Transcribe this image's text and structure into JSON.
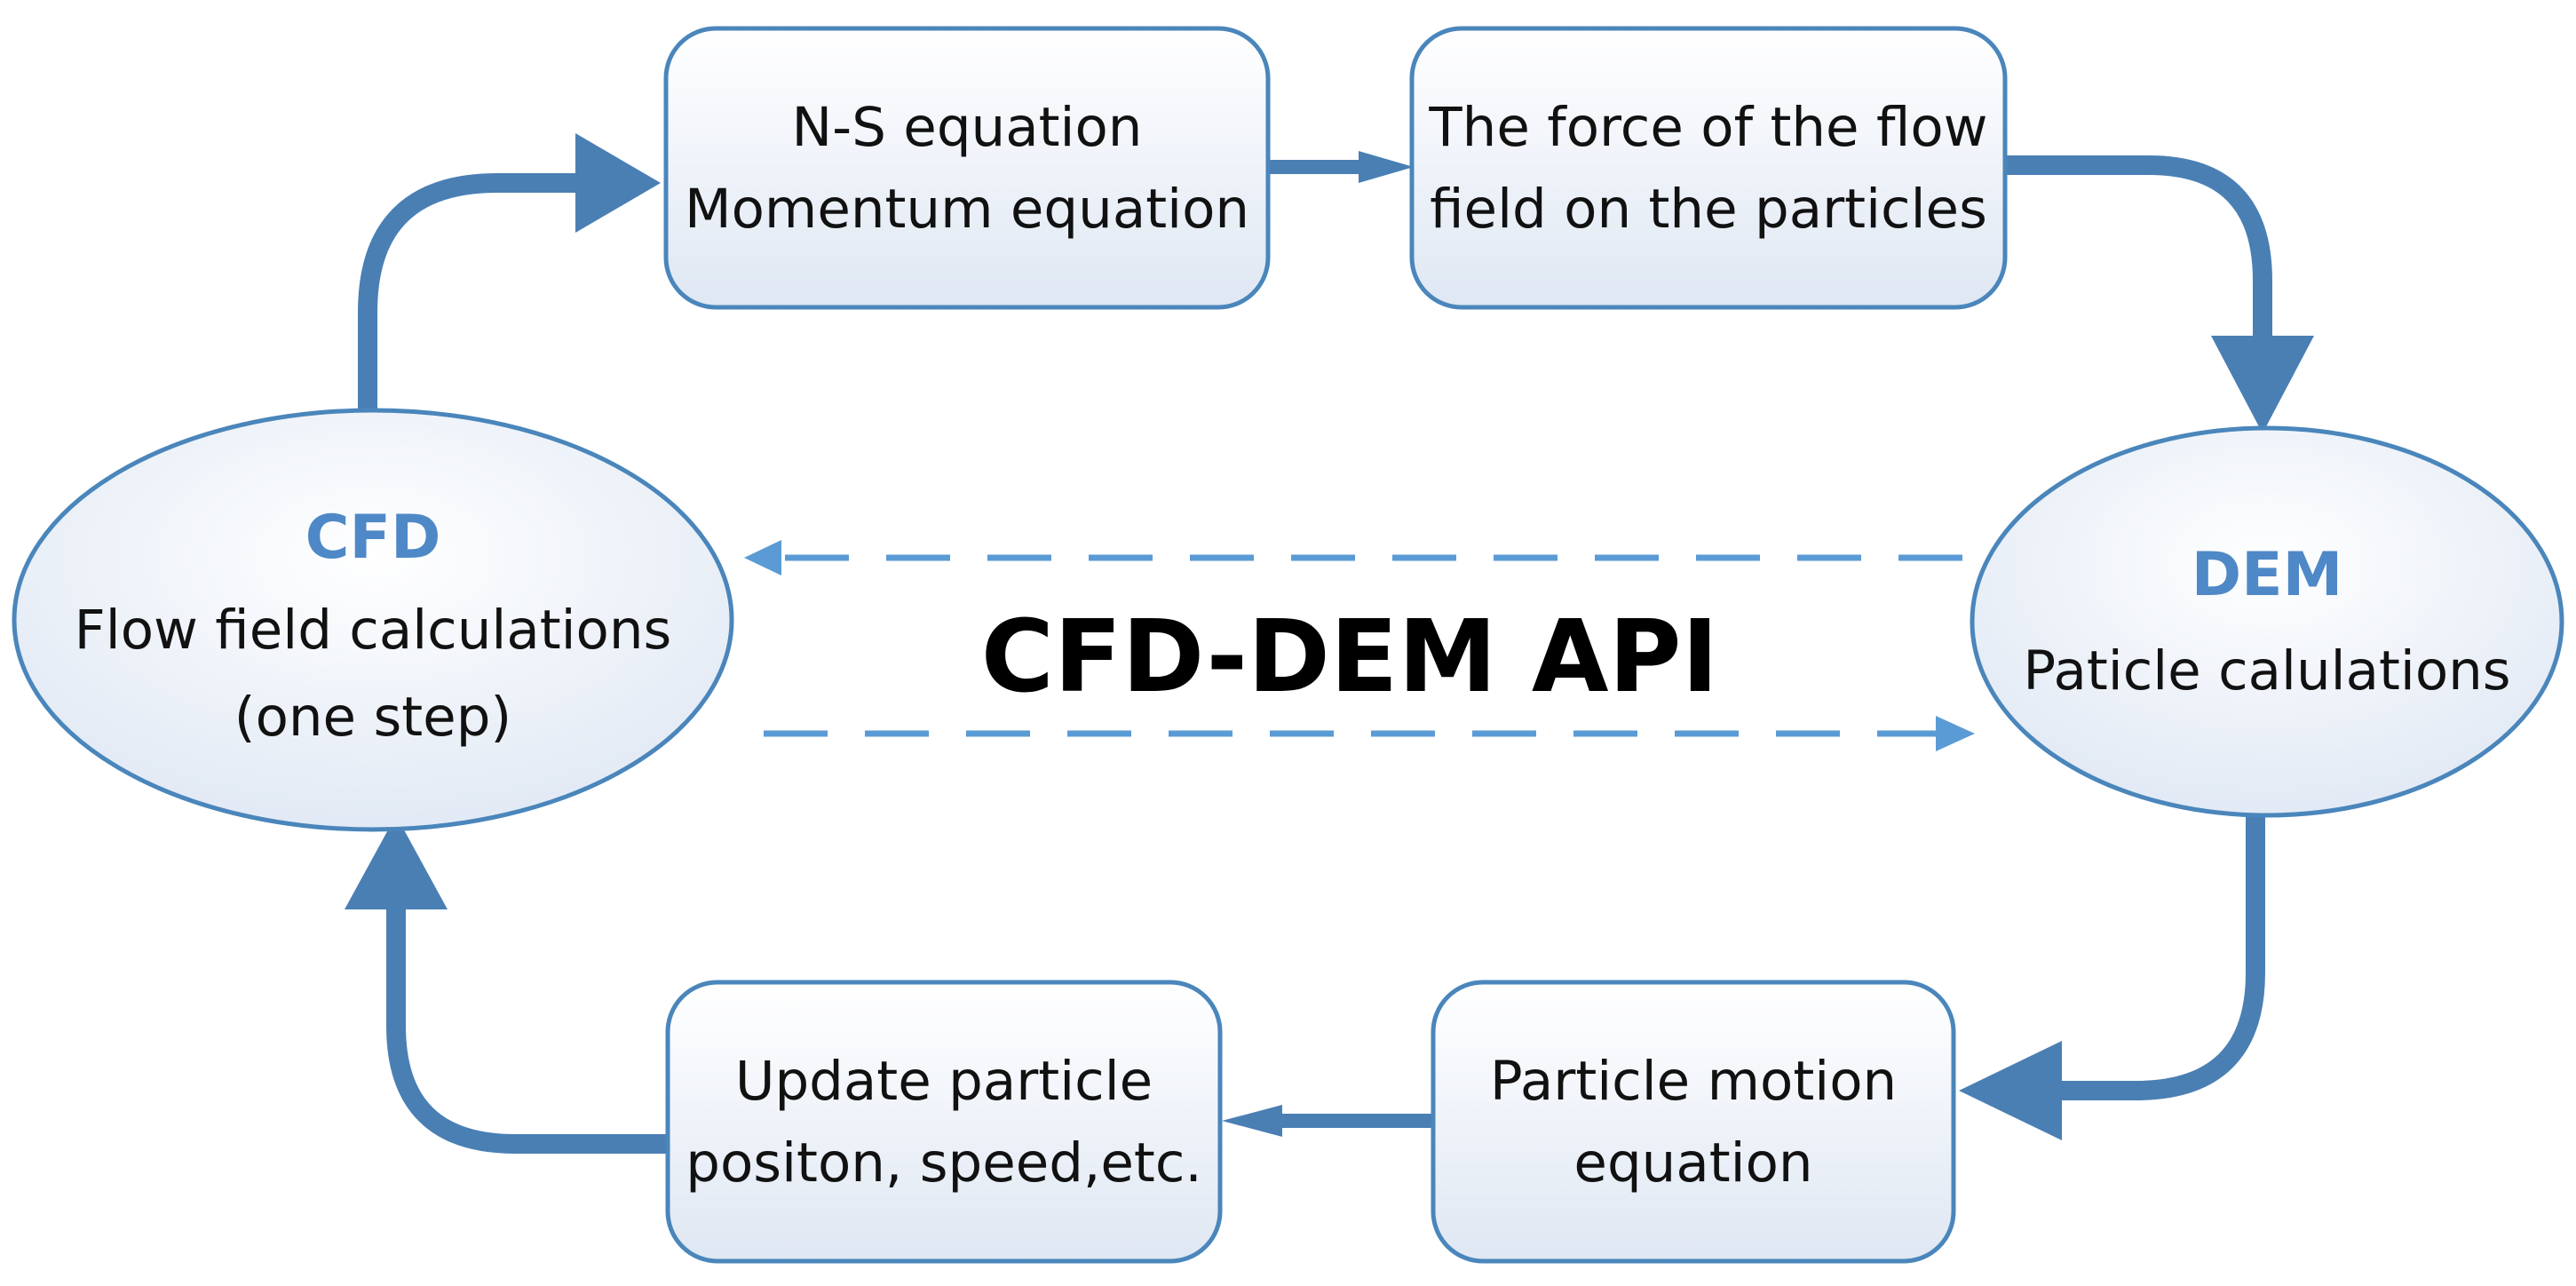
{
  "colors": {
    "stroke": "#4a86bb",
    "arrow": "#4a7fb4",
    "dashed": "#5b9bd5",
    "title_blue": "#4f88c6",
    "fill_top": "#ffffff",
    "fill_bottom": "#dfe7f3"
  },
  "nodes": {
    "ns": {
      "line1": "N-S equation",
      "line2": "Momentum equation"
    },
    "force": {
      "line1": "The force of the flow",
      "line2": "field on the particles"
    },
    "cfd": {
      "title": "CFD",
      "line1": "Flow field calculations",
      "line2": "(one step)"
    },
    "dem": {
      "title": "DEM",
      "line1": "Paticle calulations"
    },
    "motion": {
      "line1": "Particle motion",
      "line2": "equation"
    },
    "update": {
      "line1": "Update particle",
      "line2": "positon, speed,etc."
    }
  },
  "center": {
    "title": "CFD-DEM API"
  }
}
